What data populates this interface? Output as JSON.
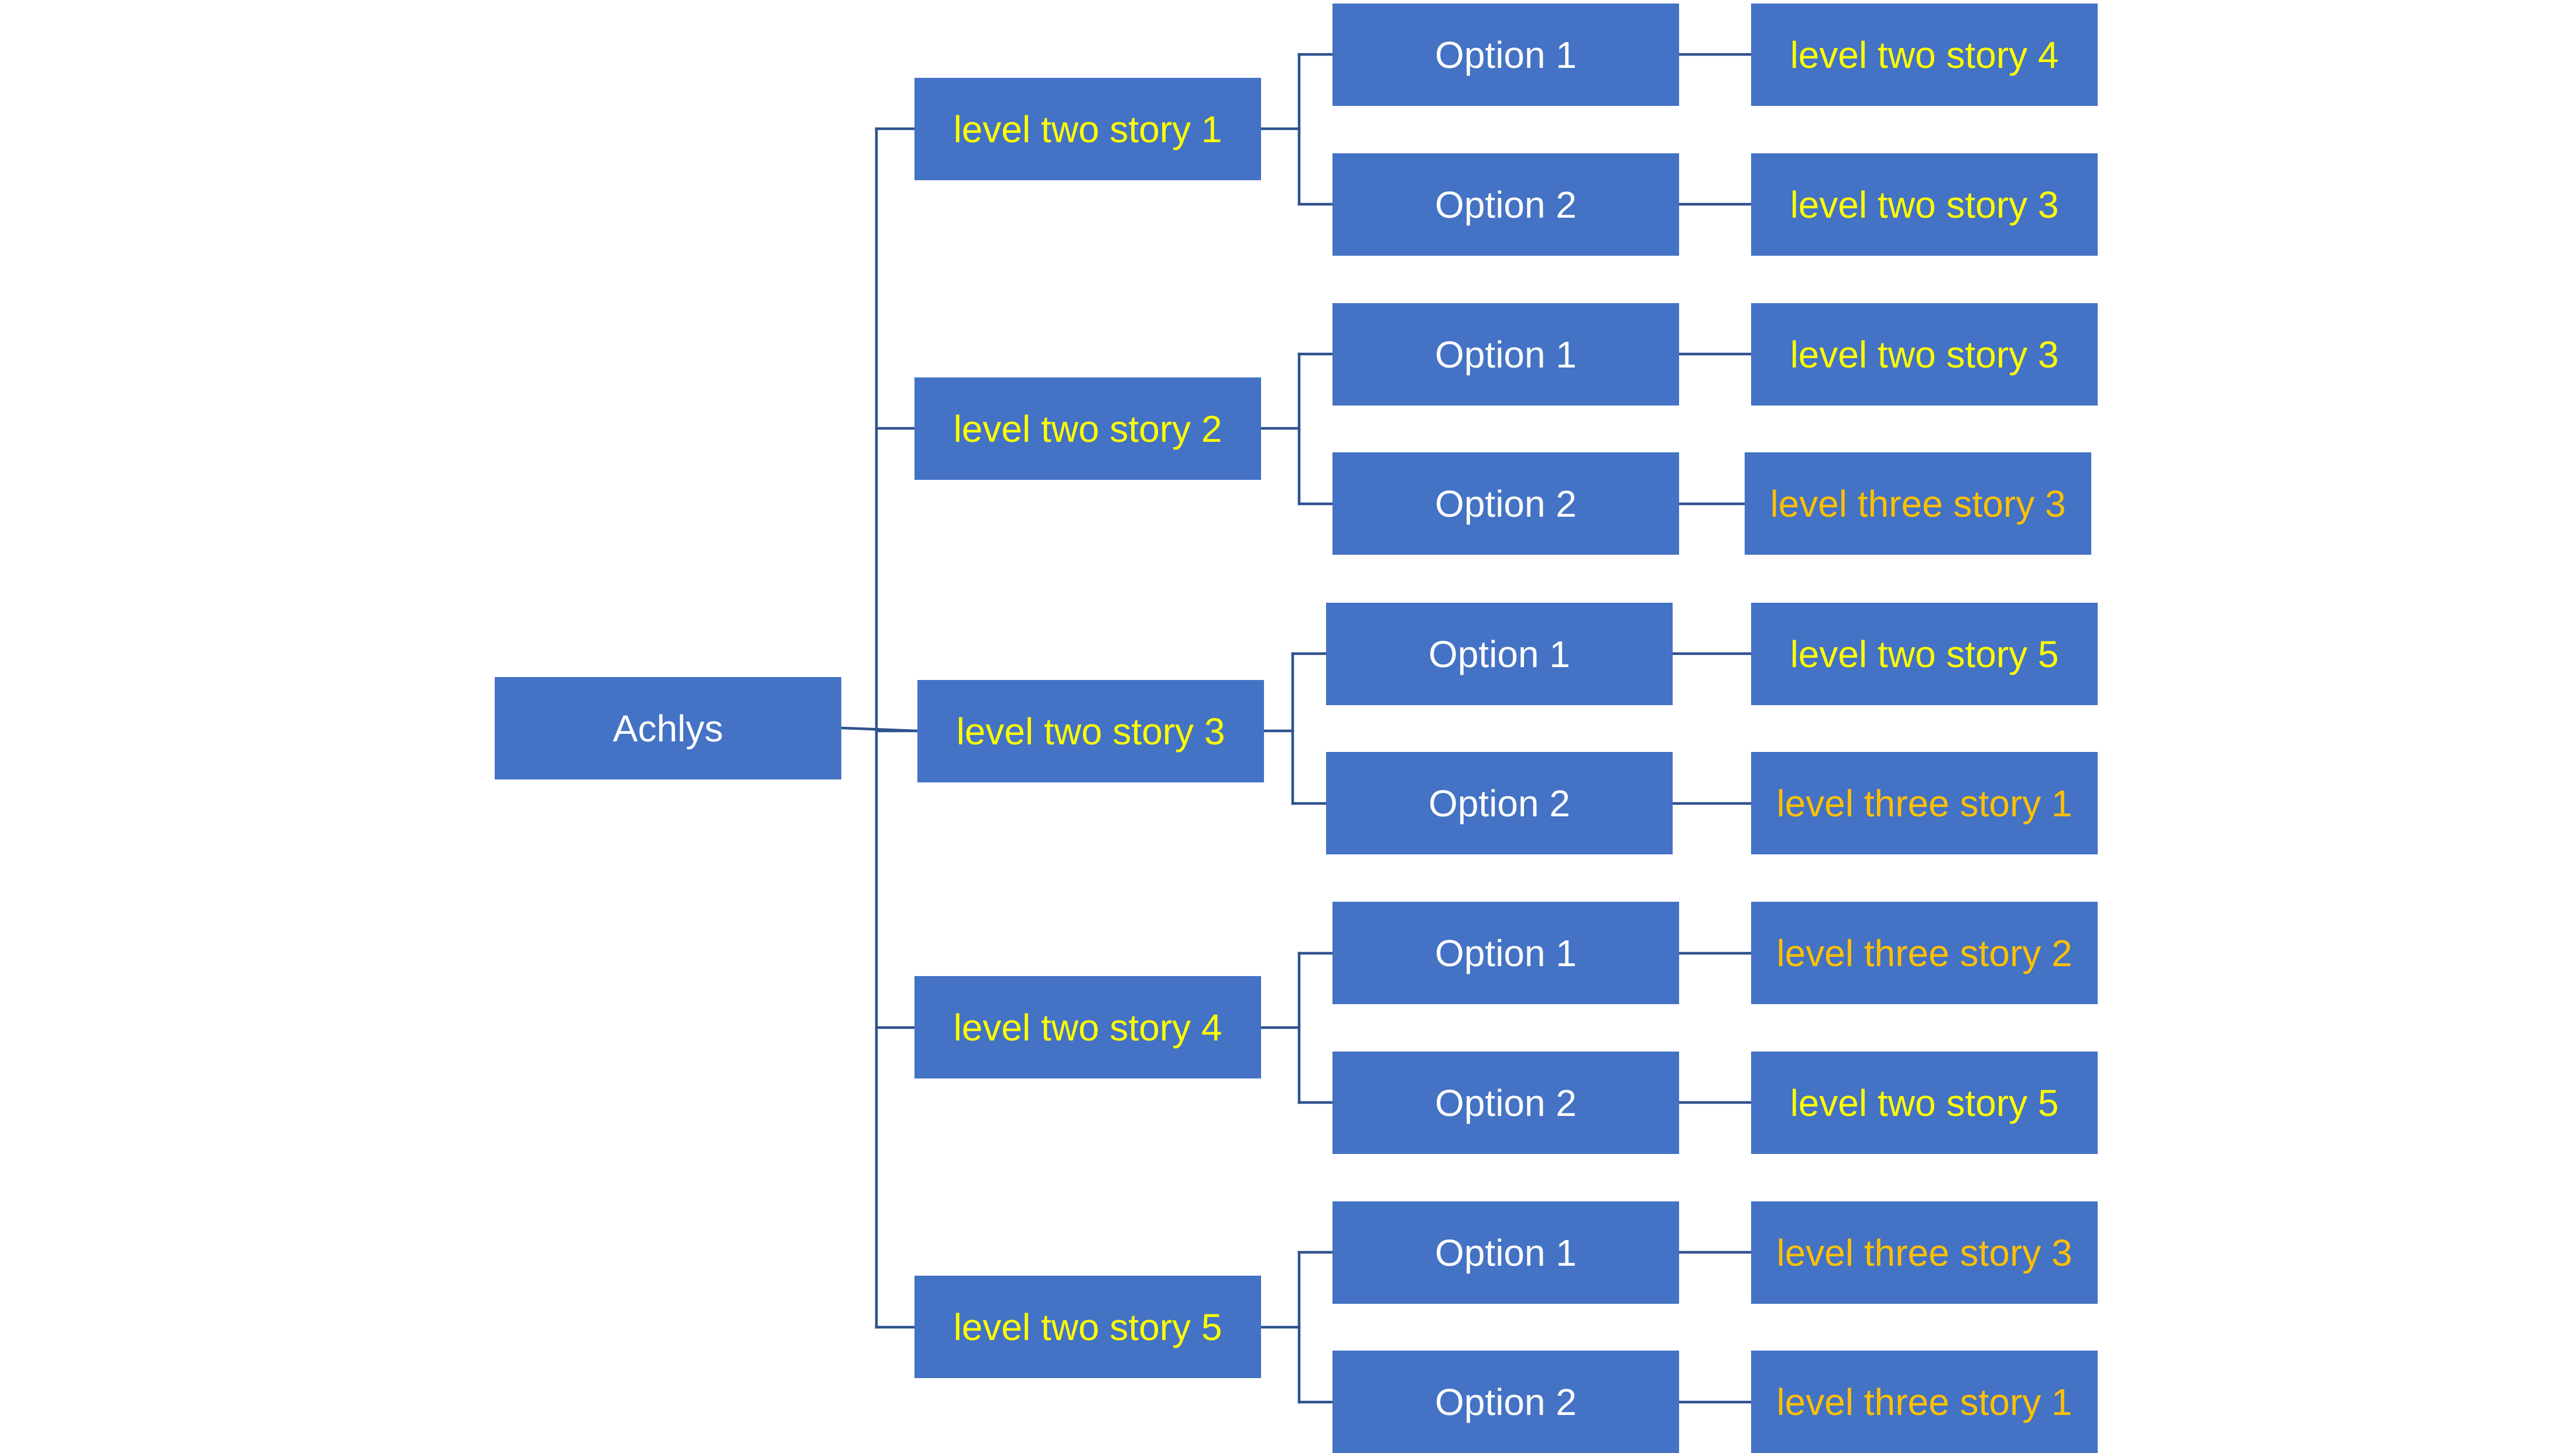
{
  "colors": {
    "box_fill": "#4472C4",
    "connector": "#2F528F",
    "text_white": "#FFFFFF",
    "text_yellow": "#FFFF00",
    "text_orange": "#FFC000"
  },
  "root": {
    "label": "Achlys"
  },
  "stories": [
    {
      "label": "level two story 1",
      "options": [
        {
          "label": "Option 1",
          "target": {
            "label": "level two story 4",
            "tier": "two"
          }
        },
        {
          "label": "Option 2",
          "target": {
            "label": "level two story 3",
            "tier": "two"
          }
        }
      ]
    },
    {
      "label": "level two story 2",
      "options": [
        {
          "label": "Option 1",
          "target": {
            "label": "level two story 3",
            "tier": "two"
          }
        },
        {
          "label": "Option 2",
          "target": {
            "label": "level three story 3",
            "tier": "three"
          }
        }
      ]
    },
    {
      "label": "level two story 3",
      "options": [
        {
          "label": "Option 1",
          "target": {
            "label": "level two story 5",
            "tier": "two"
          }
        },
        {
          "label": "Option 2",
          "target": {
            "label": "level three story 1",
            "tier": "three"
          }
        }
      ]
    },
    {
      "label": "level two story 4",
      "options": [
        {
          "label": "Option 1",
          "target": {
            "label": "level three story 2",
            "tier": "three"
          }
        },
        {
          "label": "Option 2",
          "target": {
            "label": "level two story 5",
            "tier": "two"
          }
        }
      ]
    },
    {
      "label": "level two story 5",
      "options": [
        {
          "label": "Option 1",
          "target": {
            "label": "level three story 3",
            "tier": "three"
          }
        },
        {
          "label": "Option 2",
          "target": {
            "label": "level three story 1",
            "tier": "three"
          }
        }
      ]
    }
  ]
}
